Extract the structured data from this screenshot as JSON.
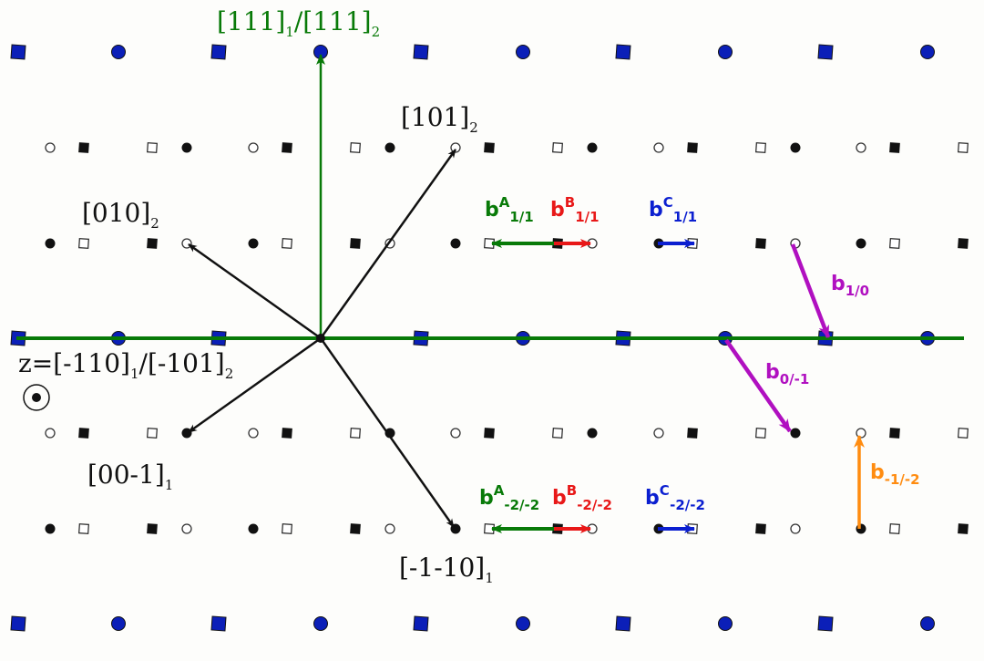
{
  "colors": {
    "green": "#087a08",
    "red": "#e81818",
    "blue": "#0b1fd0",
    "purple": "#b010c0",
    "orange": "#ff8c10",
    "lattice_blue": "#0b1fb8",
    "black": "#111111"
  },
  "axes": {
    "vertical": {
      "main": "[111]",
      "sub1": "1",
      "mid": "/[111]",
      "sub2": "2"
    },
    "d101": {
      "main": "[101]",
      "sub": "2"
    },
    "d010": {
      "main": "[010]",
      "sub": "2"
    },
    "d00m1": {
      "main": "[00-1]",
      "sub": "1"
    },
    "dm1m10": {
      "main": "[-1-10]",
      "sub": "1"
    },
    "z": {
      "main": "z=[-110]",
      "sub1": "1",
      "mid": "/[-101]",
      "sub2": "2"
    }
  },
  "burgers": {
    "bA11": {
      "b": "b",
      "sup": "A",
      "sub": "1/1"
    },
    "bB11": {
      "b": "b",
      "sup": "B",
      "sub": "1/1"
    },
    "bC11": {
      "b": "b",
      "sup": "C",
      "sub": "1/1"
    },
    "bA22": {
      "b": "b",
      "sup": "A",
      "sub": "-2/-2"
    },
    "bB22": {
      "b": "b",
      "sup": "B",
      "sub": "-2/-2"
    },
    "bC22": {
      "b": "b",
      "sup": "C",
      "sub": "-2/-2"
    },
    "b10": {
      "b": "b",
      "sub": "1/0"
    },
    "b0m1": {
      "b": "b",
      "sub": "0/-1"
    },
    "bm1m2": {
      "b": "b",
      "sub": "-1/-2"
    }
  }
}
